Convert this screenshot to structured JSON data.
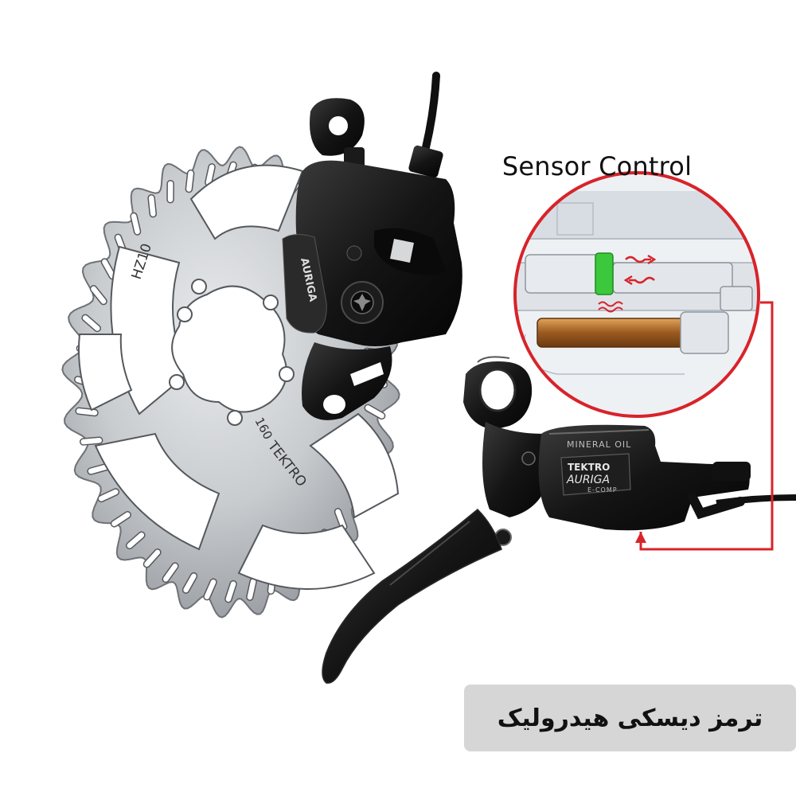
{
  "callout": {
    "title": "Sensor Control"
  },
  "rotor": {
    "brand_text": "TEKTRO",
    "model_text": "HZ10",
    "size_text": "160"
  },
  "caliper": {
    "badge_text": "AURIGA"
  },
  "lever": {
    "reservoir_text": "MINERAL OIL",
    "brand_text": "TEKTRO",
    "model_text": "AURIGA",
    "sub_text": "E-COMP"
  },
  "product_label": {
    "text": "ترمز دیسکی هیدرولیک"
  },
  "colors": {
    "background": "#ffffff",
    "accent_red": "#d8232a",
    "rotor_steel": "#bfc3c7",
    "anodized_black": "#141414",
    "badge_bg": "#d6d6d6"
  }
}
